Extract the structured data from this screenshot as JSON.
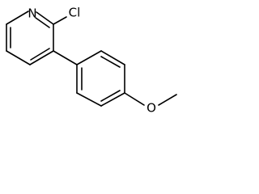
{
  "molecule": {
    "atoms": {
      "nitrogen": "N",
      "chlorine": "Cl",
      "oxygen": "O"
    }
  },
  "colors": {
    "bond": "#000000",
    "background": "#ffffff"
  }
}
